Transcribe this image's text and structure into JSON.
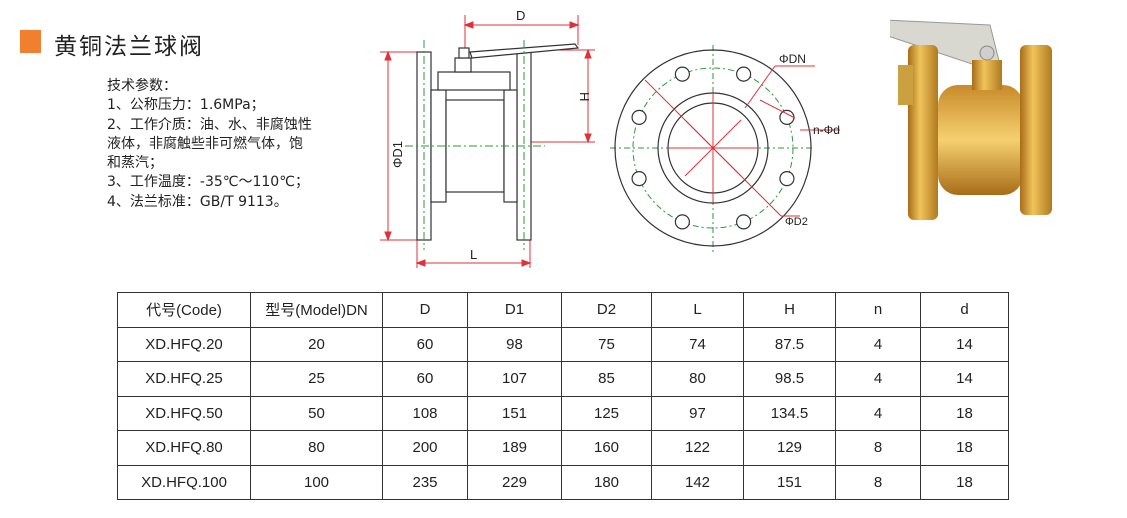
{
  "title": "黄铜法兰球阀",
  "specs": {
    "heading": "技术参数：",
    "lines": [
      "1、公称压力：1.6MPa；",
      "2、工作介质：油、水、非腐蚀性",
      "液体，非腐触些非可燃气体，饱",
      "和蒸汽；",
      "3、工作温度：-35℃～110℃；",
      "4、法兰标准：GB/T 9113。"
    ]
  },
  "diagram": {
    "side_labels": {
      "D": "D",
      "H": "H",
      "D1": "ΦD1",
      "L": "L"
    },
    "flange_labels": {
      "DN": "ΦDN",
      "nd": "n-Φd",
      "D2": "ΦD2"
    }
  },
  "colors": {
    "accent": "#f08030",
    "dimension_red": "#e0303a",
    "centerline_green": "#2a9a3a",
    "brass": "#d9a63a"
  },
  "table": {
    "headers": [
      "代号(Code)",
      "型号(Model)DN",
      "D",
      "D1",
      "D2",
      "L",
      "H",
      "n",
      "d"
    ],
    "rows": [
      [
        "XD.HFQ.20",
        "20",
        "60",
        "98",
        "75",
        "74",
        "87.5",
        "4",
        "14"
      ],
      [
        "XD.HFQ.25",
        "25",
        "60",
        "107",
        "85",
        "80",
        "98.5",
        "4",
        "14"
      ],
      [
        "XD.HFQ.50",
        "50",
        "108",
        "151",
        "125",
        "97",
        "134.5",
        "4",
        "18"
      ],
      [
        "XD.HFQ.80",
        "80",
        "200",
        "189",
        "160",
        "122",
        "129",
        "8",
        "18"
      ],
      [
        "XD.HFQ.100",
        "100",
        "235",
        "229",
        "180",
        "142",
        "151",
        "8",
        "18"
      ]
    ]
  }
}
